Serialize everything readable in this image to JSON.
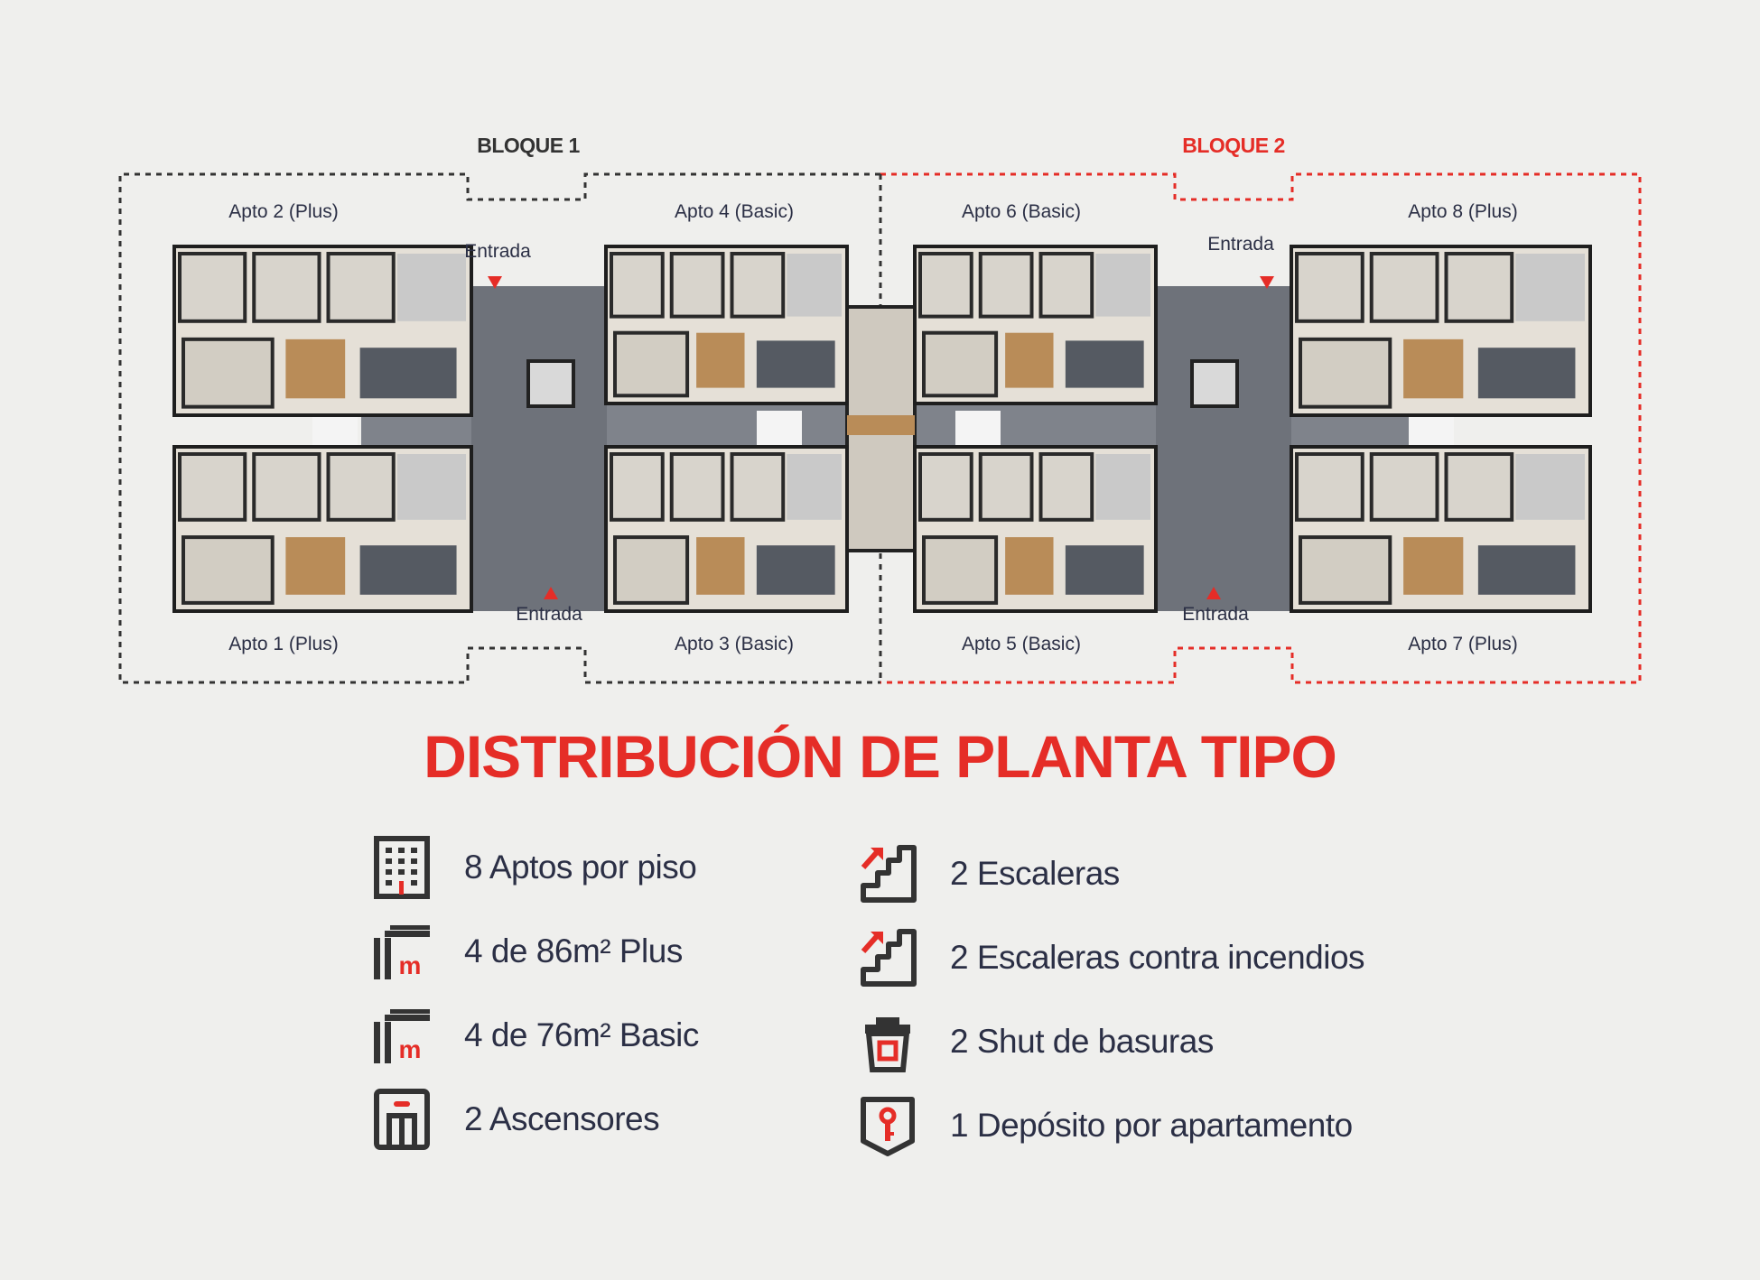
{
  "blocks": [
    {
      "label": "BLOQUE 1",
      "color": "#333333"
    },
    {
      "label": "BLOQUE 2",
      "color": "#e52d27"
    }
  ],
  "apartments": {
    "top": [
      "Apto 2 (Plus)",
      "Apto 4 (Basic)",
      "Apto 6 (Basic)",
      "Apto 8 (Plus)"
    ],
    "bottom": [
      "Apto 1 (Plus)",
      "Apto 3 (Basic)",
      "Apto 5 (Basic)",
      "Apto 7 (Plus)"
    ]
  },
  "entrances": [
    "Entrada",
    "Entrada",
    "Entrada",
    "Entrada"
  ],
  "title": "DISTRIBUCIÓN DE PLANTA TIPO",
  "features_left": [
    {
      "icon": "building-icon",
      "text": "8 Aptos por piso"
    },
    {
      "icon": "floor-area-icon",
      "text": "4 de 86m² Plus"
    },
    {
      "icon": "floor-area-icon",
      "text": "4 de 76m² Basic"
    },
    {
      "icon": "elevator-icon",
      "text": "2 Ascensores"
    }
  ],
  "features_right": [
    {
      "icon": "stairs-icon",
      "text": "2 Escaleras"
    },
    {
      "icon": "fire-stairs-icon",
      "text": "2 Escaleras contra incendios"
    },
    {
      "icon": "trash-chute-icon",
      "text": "2 Shut de basuras"
    },
    {
      "icon": "storage-key-icon",
      "text": "1 Depósito por apartamento"
    }
  ],
  "colors": {
    "accent": "#e52d27",
    "text": "#2b2f45",
    "icon": "#333333",
    "background": "#efefed"
  }
}
